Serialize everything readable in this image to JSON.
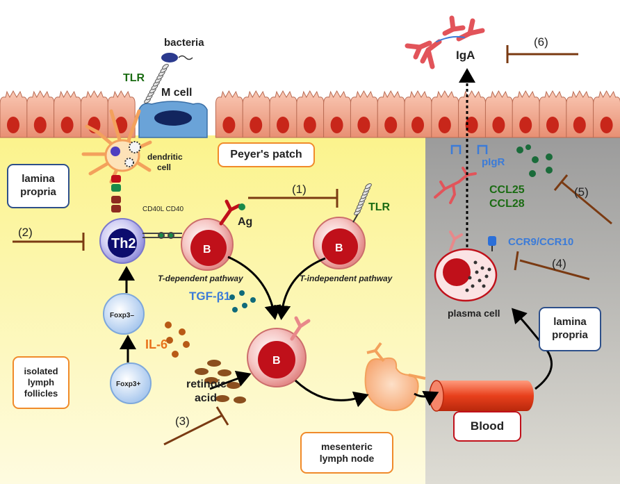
{
  "labels": {
    "bacteria": "bacteria",
    "tlr_top": "TLR",
    "m_cell": "M cell",
    "dendritic_1": "dendritic",
    "dendritic_2": "cell",
    "peyers_patch": "Peyer's patch",
    "lamina_propria_left_1": "lamina",
    "lamina_propria_left_2": "propria",
    "cd40l_cd40": "CD40L CD40",
    "th2": "Th2",
    "b_cell": "B",
    "ag": "Ag",
    "tlr_right": "TLR",
    "t_dependent": "T-dependent pathway",
    "t_independent": "T-independent pathway",
    "tgf_beta": "TGF-β1",
    "foxp3_minus": "Foxp3–",
    "foxp3_plus": "Foxp3+",
    "il6": "IL-6",
    "retinoic_1": "retinoic",
    "retinoic_2": "acid",
    "isolated_1": "isolated",
    "isolated_2": "lymph",
    "isolated_3": "follicles",
    "mesenteric_1": "mesenteric",
    "mesenteric_2": "lymph node",
    "blood": "Blood",
    "plasma_cell": "plasma cell",
    "lamina_propria_right_1": "lamina",
    "lamina_propria_right_2": "propria",
    "pigr": "pIgR",
    "ccl25": "CCL25",
    "ccl28": "CCL28",
    "ccr": "CCR9/CCR10",
    "iga": "IgA"
  },
  "inhibitions": {
    "n1": "(1)",
    "n2": "(2)",
    "n3": "(3)",
    "n4": "(4)",
    "n5": "(5)",
    "n6": "(6)"
  },
  "colors": {
    "peyer_bg": "#fdf6a8",
    "lamina_bg": "#a8a8a8",
    "epithelium": "#f2a98f",
    "nucleus": "#c8261a",
    "b_cell": "#c0101a",
    "th2": "#0d0d6e",
    "inhibitor": "#7a3a12",
    "green_text": "#1a6b12",
    "blue_text": "#3b7bd8",
    "orange_text": "#e8721c"
  }
}
